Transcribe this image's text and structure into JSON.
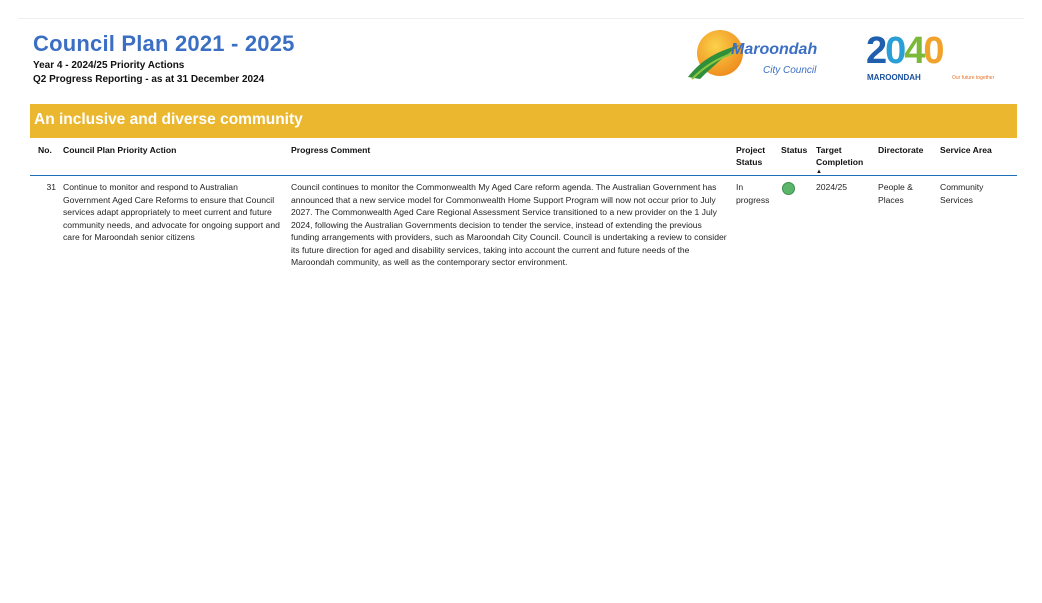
{
  "header": {
    "title": "Council Plan 2021 - 2025",
    "subtitle_year": "Year 4 - 2024/25 Priority Actions",
    "subtitle_report": "Q2 Progress Reporting - as at 31 December 2024"
  },
  "logos": {
    "maroondah_name": "Maroondah",
    "maroondah_sub": "City Council",
    "vision_digits": [
      "2",
      "0",
      "4",
      "0"
    ],
    "vision_name": "MAROONDAH",
    "vision_tagline": "Our future together"
  },
  "section": {
    "heading": "An inclusive and diverse community"
  },
  "table": {
    "columns": {
      "no": "No.",
      "action": "Council Plan Priority Action",
      "comment": "Progress Comment",
      "project_status": "Project Status",
      "status": "Status",
      "target": "Target Completion",
      "directorate": "Directorate",
      "service_area": "Service Area"
    },
    "rows": [
      {
        "no": "31",
        "action": "Continue to monitor and respond to Australian Government Aged Care Reforms to ensure that Council services adapt appropriately to meet current and future community needs, and advocate for ongoing support and care for Maroondah senior citizens",
        "comment": "Council continues to monitor the Commonwealth My Aged Care reform agenda. The Australian Government has announced that a new service model for Commonwealth Home Support Program will now not occur prior to July 2027. The Commonwealth Aged Care Regional Assessment Service transitioned to a new provider on the 1 July 2024, following the Australian Governments decision to tender the service, instead of extending the previous funding arrangements with providers, such as Maroondah City Council. Council is undertaking a review to consider its future direction for aged and disability services, taking into account the current and future needs of the Maroondah community, as well as the contemporary sector environment.",
        "project_status": "In progress",
        "status_color": "#5bb56a",
        "target": "2024/25",
        "directorate": "People & Places",
        "service_area": "Community Services"
      }
    ]
  },
  "colors": {
    "title": "#3b6fc4",
    "banner": "#ebb72e",
    "header_rule": "#1e6fb8"
  }
}
